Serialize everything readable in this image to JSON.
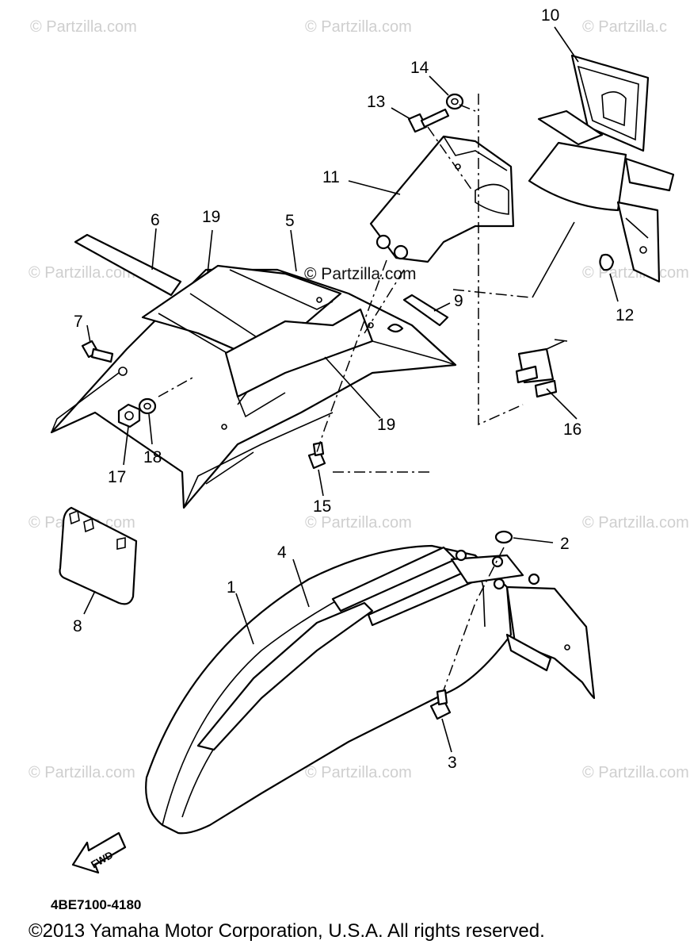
{
  "watermarks": [
    "© Partzilla.com",
    "© Partzilla.com",
    "© Partzilla.c",
    "© Partzilla.com",
    "© Partzilla.com",
    "© Partzilla.com",
    "© Partzilla.com",
    "© Partzilla.com",
    "© Partzilla.com",
    "© Partzilla.com",
    "© Partzilla.com"
  ],
  "center_watermark": "© Partzilla.com",
  "callouts": [
    "1",
    "2",
    "3",
    "4",
    "5",
    "6",
    "7",
    "8",
    "9",
    "10",
    "11",
    "12",
    "13",
    "14",
    "15",
    "16",
    "17",
    "18",
    "19",
    "19"
  ],
  "fwd_label": "FWD",
  "diagram_code": "4BE7100-4180",
  "copyright": "©2013 Yamaha Motor Corporation, U.S.A. All rights reserved."
}
